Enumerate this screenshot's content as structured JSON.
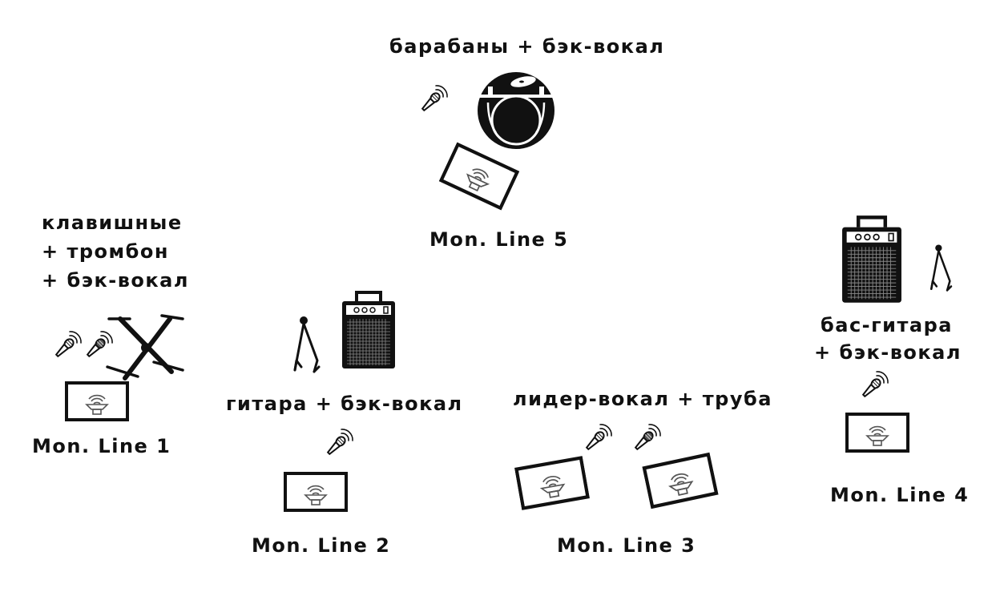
{
  "stations": {
    "drums": {
      "label": "барабаны + бэк-вокал",
      "monitor": "Mon. Line 5"
    },
    "keys": {
      "label_lines": [
        "клавишные",
        "+ тромбон",
        "+ бэк-вокал"
      ],
      "monitor": "Mon. Line 1"
    },
    "guitar": {
      "label": "гитара + бэк-вокал",
      "monitor": "Mon. Line 2"
    },
    "lead": {
      "label": "лидер-вокал + труба",
      "monitor": "Mon. Line 3"
    },
    "bass": {
      "label_lines": [
        "бас-гитара",
        "+ бэк-вокал"
      ],
      "monitor": "Mon. Line 4"
    }
  },
  "icons": {
    "microphone": "microphone-icon",
    "monitor_wedge": "monitor-wedge-icon",
    "amplifier": "amplifier-icon",
    "guitar_stand": "guitar-stand-icon",
    "keyboard_stand": "keyboard-stand-icon",
    "drum_kit": "drum-kit-icon"
  }
}
